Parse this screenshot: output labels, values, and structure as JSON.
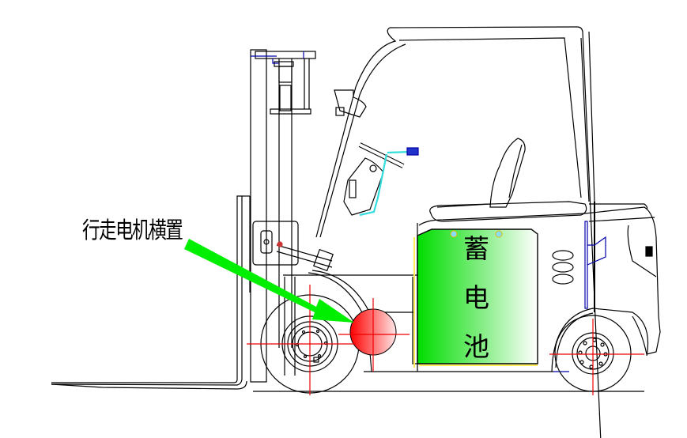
{
  "diagram": {
    "subject": "electric forklift side view",
    "annotation_label": "行走电机横置",
    "battery_label": [
      "蓄",
      "电",
      "池"
    ],
    "colors": {
      "arrow": "#00ff00",
      "motor_highlight": "#ff0000",
      "battery_fill_start": "#00dd00",
      "battery_fill_end": "#ffffff",
      "centerline": "#ff0000",
      "line_work": "#000000",
      "detail_blue": "#0000aa",
      "hose_cyan": "#33dddd",
      "trim_yellow": "#ffee55"
    },
    "callouts": [
      {
        "id": "drive-motor",
        "text": "行走电机横置",
        "points_to": "drive-motor-circle"
      }
    ]
  }
}
